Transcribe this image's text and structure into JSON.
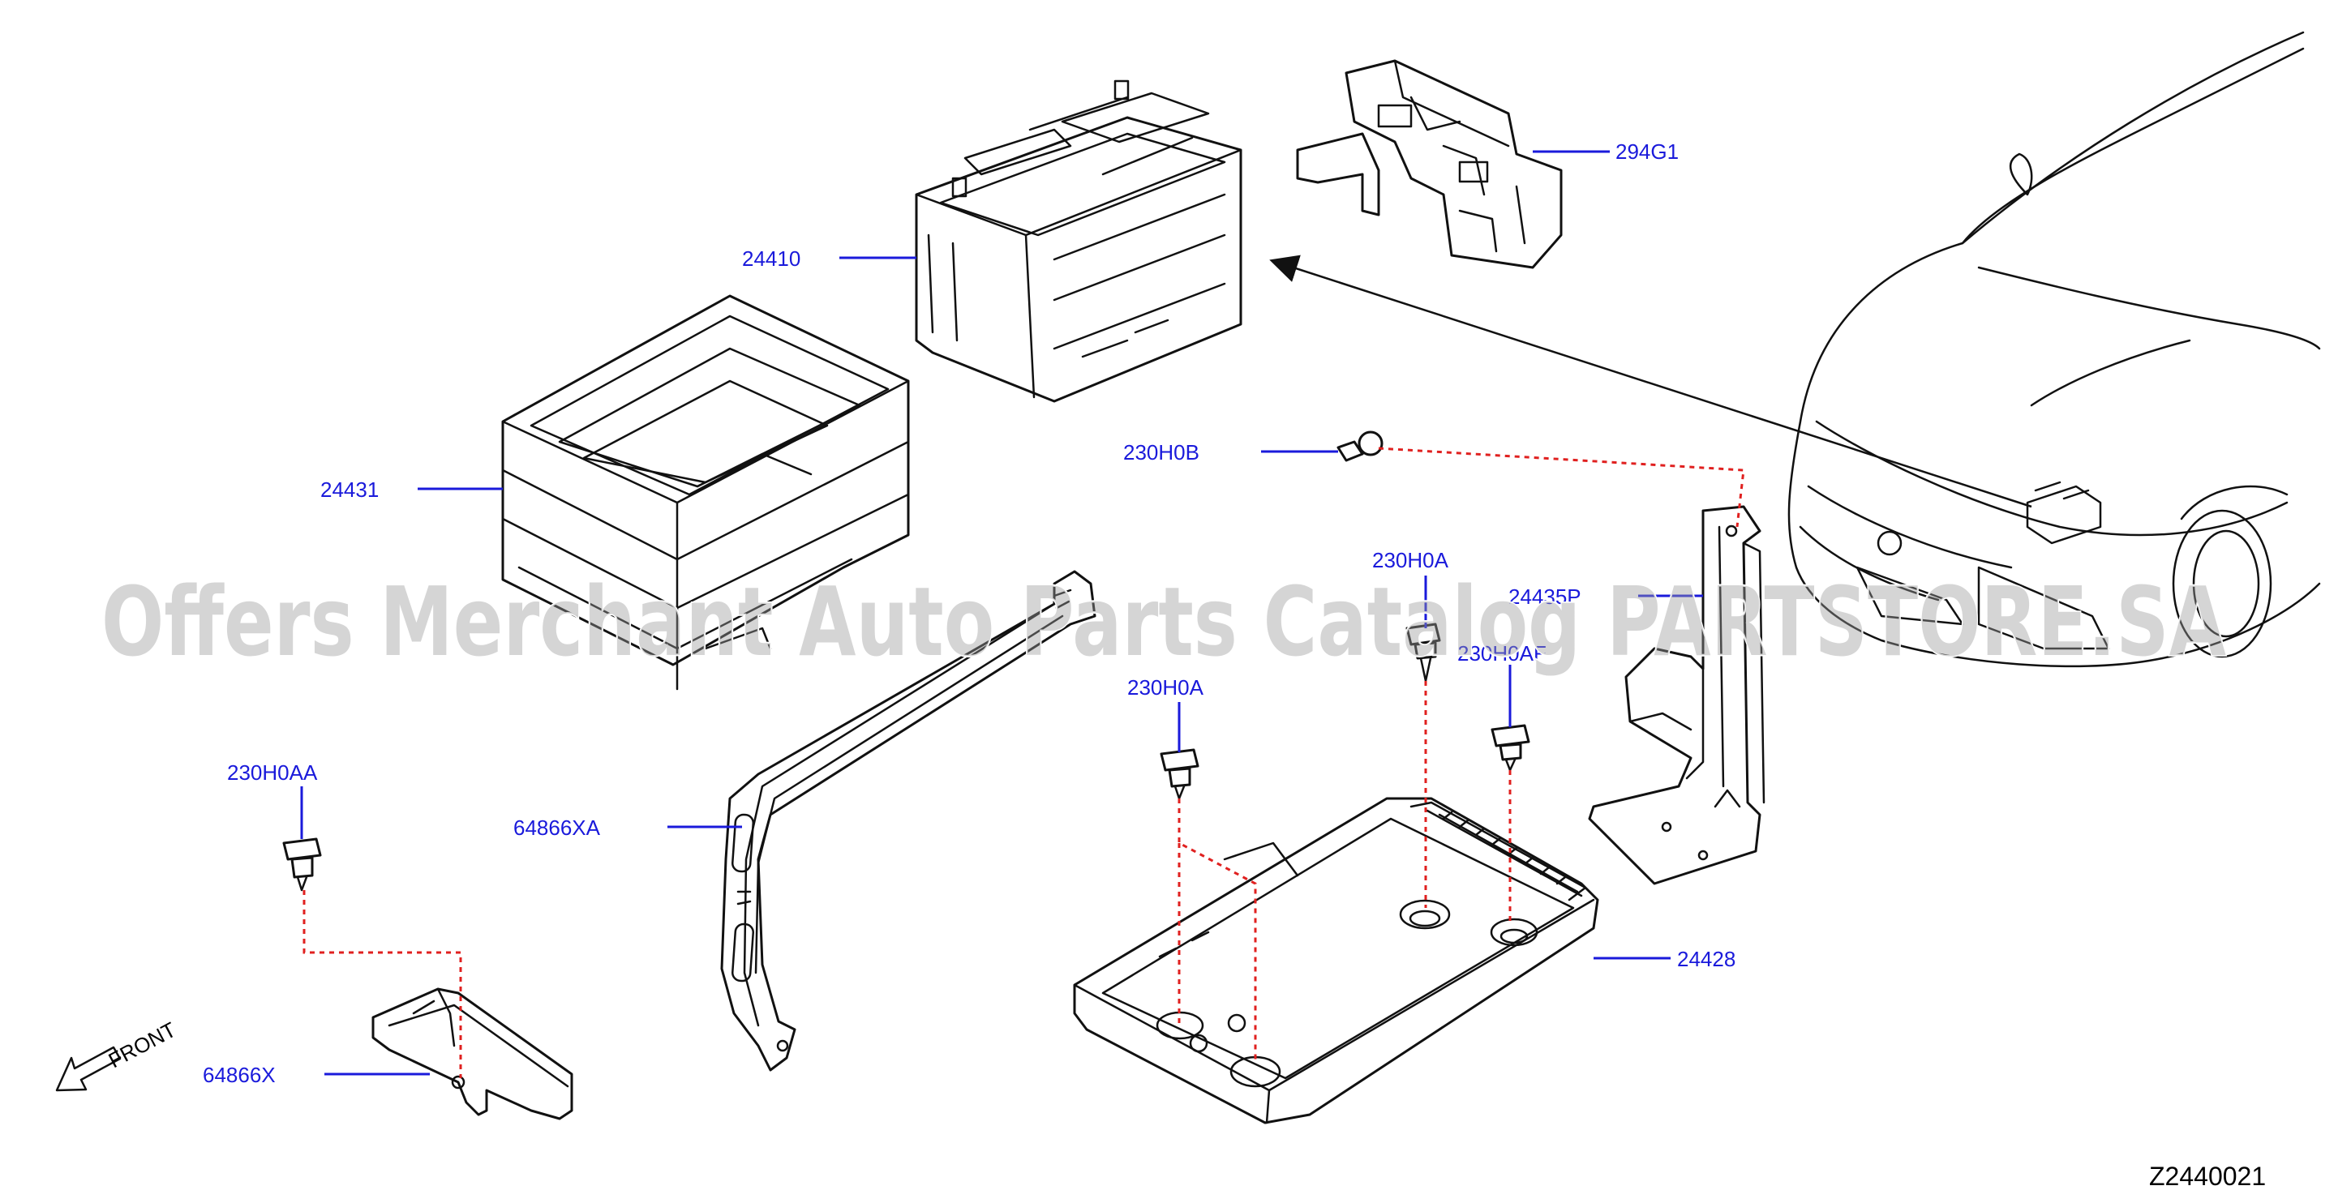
{
  "callouts": {
    "c_294G1": "294G1",
    "c_24410": "24410",
    "c_24431": "24431",
    "c_230H0B": "230H0B",
    "c_230H0A_top": "230H0A",
    "c_24435P": "24435P",
    "c_230H0AF": "230H0AF",
    "c_230H0A_left": "230H0A",
    "c_230H0AA": "230H0AA",
    "c_64866XA": "64866XA",
    "c_24428": "24428",
    "c_64866X": "64866X"
  },
  "front_label": "FRONT",
  "diagram_code": "Z2440021",
  "watermark": "Offers Merchant Auto Parts Catalog PARTSTORE.SA",
  "colors": {
    "callout_text": "#1a1adb",
    "dashed_path": "#e0201f",
    "line_art": "#111111"
  },
  "icons": [
    "front-arrow-icon"
  ]
}
